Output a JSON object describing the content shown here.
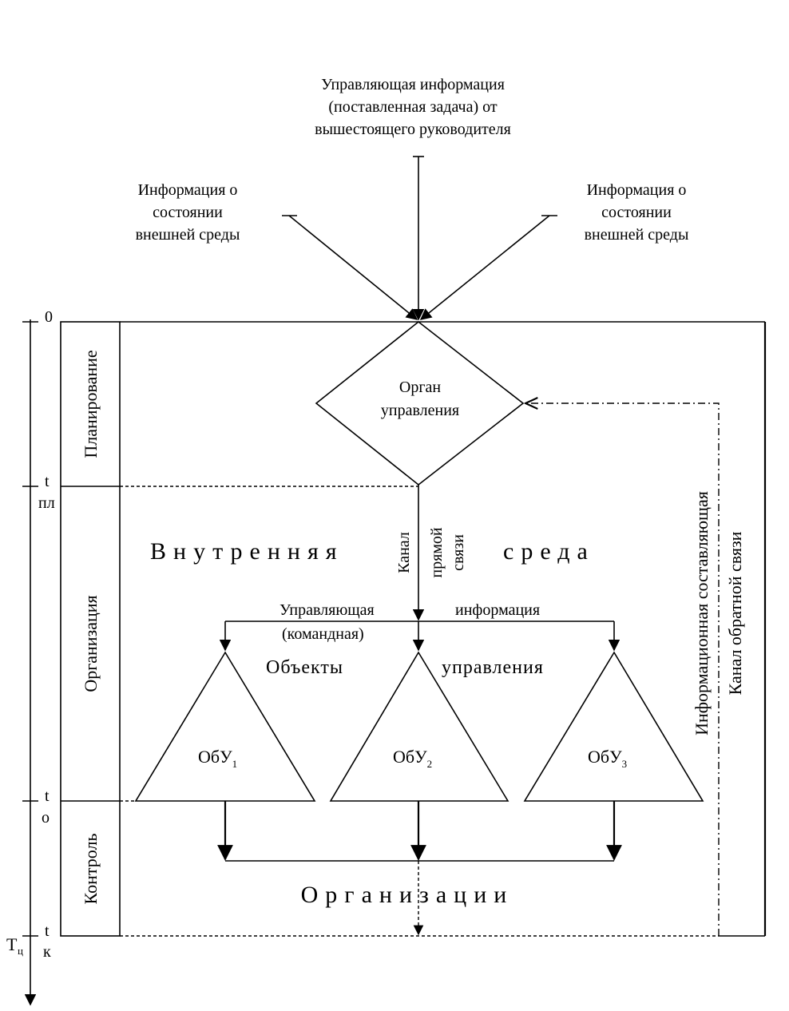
{
  "top_info": {
    "line1": "Управляющая информация",
    "line2": "(поставленная задача) от",
    "line3": "вышестоящего руководителя"
  },
  "env_left": {
    "line1": "Информация о",
    "line2": "состоянии",
    "line3": "внешней среды"
  },
  "env_right": {
    "line1": "Информация о",
    "line2": "состоянии",
    "line3": "внешней среды"
  },
  "timeline": {
    "t0": "0",
    "t_pl": {
      "main": "t",
      "sub": "пл"
    },
    "t_o": {
      "main": "t",
      "sub": "о"
    },
    "t_k": {
      "main": "t",
      "sub": "к"
    },
    "tc": {
      "main": "Т",
      "sub": "ц"
    }
  },
  "phases": {
    "planning": "Планирование",
    "organization": "Организация",
    "control": "Контроль"
  },
  "governing_body": {
    "line1": "Орган",
    "line2": "управления"
  },
  "direct_channel": {
    "line1": "Канал",
    "line2": "прямой",
    "line3": "связи"
  },
  "inner_env": {
    "word1": "Внутренняя",
    "word2": "среда"
  },
  "control_info": {
    "word1": "Управляющая",
    "word2": "информация",
    "paren": "(командная)"
  },
  "objects_label": {
    "word1": "Объекты",
    "word2": "управления"
  },
  "objects": [
    {
      "main": "ОбУ",
      "sub": "1"
    },
    {
      "main": "ОбУ",
      "sub": "2"
    },
    {
      "main": "ОбУ",
      "sub": "3"
    }
  ],
  "organization_word": "Организации",
  "info_component": "Информационная составляющая",
  "feedback_channel": "Канал обратной связи"
}
